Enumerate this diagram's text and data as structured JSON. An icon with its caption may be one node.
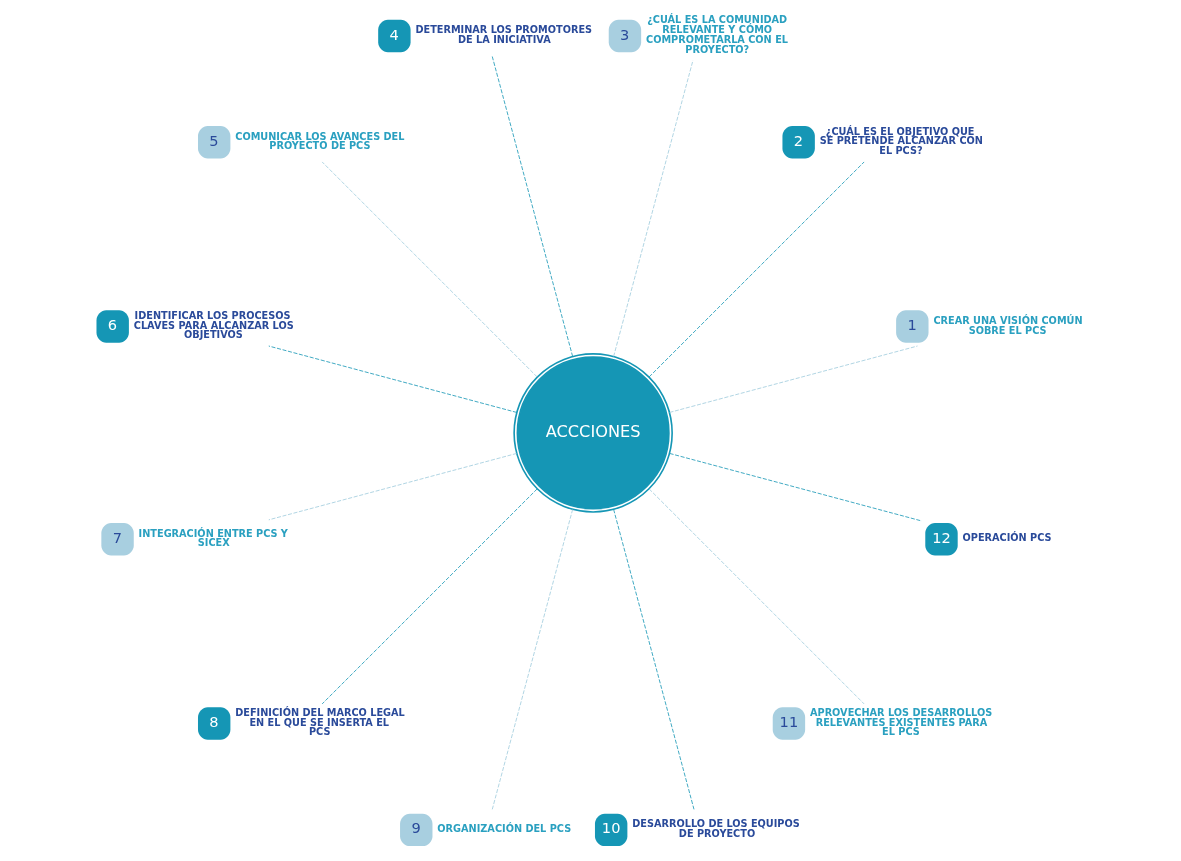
{
  "diagram": {
    "nodes": [
      {
        "text": [
          "ACCCIONES"
        ]
      },
      {
        "text": [
          "1",
          "CREAR UNA VISIÓN COMÚN SOBRE EL PCS"
        ]
      },
      {
        "text": [
          "2",
          "¿CUÁL ES EL OBJETIVO QUE SE PRETENDE ALCANZAR CON EL PCS?"
        ]
      },
      {
        "text": [
          "3",
          "¿CUÁL ES LA COMUNIDAD RELEVANTE Y CÓMO COMPROMETARLA CON EL PROYECTO?"
        ]
      },
      {
        "text": [
          "4",
          "DETERMINAR LOS PROMOTORES DE LA INICIATIVA"
        ]
      },
      {
        "text": [
          "5",
          "COMUNICAR LOS AVANCES DEL PROYECTO DE PCS"
        ]
      },
      {
        "text": [
          "6",
          "IDENTIFICAR LOS PROCESOS CLAVES PARA ALCANZAR LOS OBJETIVOS"
        ]
      },
      {
        "text": [
          "7",
          "INTEGRACIÓN ENTRE PCS Y SICEX"
        ]
      },
      {
        "text": [
          "8",
          "DEFINICIÓN DEL MARCO LEGAL EN EL QUE SE INSERTA EL PCS"
        ]
      },
      {
        "text": [
          "9",
          "ORGANIZACIÓN DEL PCS"
        ]
      },
      {
        "text": [
          "10",
          "DESARROLLO DE LOS EQUIPOS DE PROYECTO"
        ]
      },
      {
        "text": [
          "11",
          "APROVECHAR LOS DESARROLLOS RELEVANTES EXISTENTES PARA EL PCS"
        ]
      },
      {
        "text": [
          "12",
          "OPERACIÓN PCS"
        ]
      }
    ],
    "edges": [
      {
        "from": 0,
        "to": 1,
        "arrow": "none",
        "style": "dashed",
        "color": "#9fcbdc"
      },
      {
        "from": 0,
        "to": 2,
        "arrow": "none",
        "style": "dashed",
        "color": "#1596b5"
      },
      {
        "from": 0,
        "to": 3,
        "arrow": "none",
        "style": "dashed",
        "color": "#9fcbdc"
      },
      {
        "from": 0,
        "to": 4,
        "arrow": "none",
        "style": "dashed",
        "color": "#1596b5"
      },
      {
        "from": 0,
        "to": 5,
        "arrow": "none",
        "style": "dashed",
        "color": "#9fcbdc"
      },
      {
        "from": 0,
        "to": 6,
        "arrow": "none",
        "style": "dashed",
        "color": "#1596b5"
      },
      {
        "from": 0,
        "to": 7,
        "arrow": "none",
        "style": "dashed",
        "color": "#9fcbdc"
      },
      {
        "from": 0,
        "to": 8,
        "arrow": "none",
        "style": "dashed",
        "color": "#1596b5"
      },
      {
        "from": 0,
        "to": 9,
        "arrow": "none",
        "style": "dashed",
        "color": "#9fcbdc"
      },
      {
        "from": 0,
        "to": 10,
        "arrow": "none",
        "style": "dashed",
        "color": "#1596b5"
      },
      {
        "from": 0,
        "to": 11,
        "arrow": "none",
        "style": "dashed",
        "color": "#9fcbdc"
      },
      {
        "from": 0,
        "to": 12,
        "arrow": "none",
        "style": "dashed",
        "color": "#1596b5"
      }
    ]
  }
}
